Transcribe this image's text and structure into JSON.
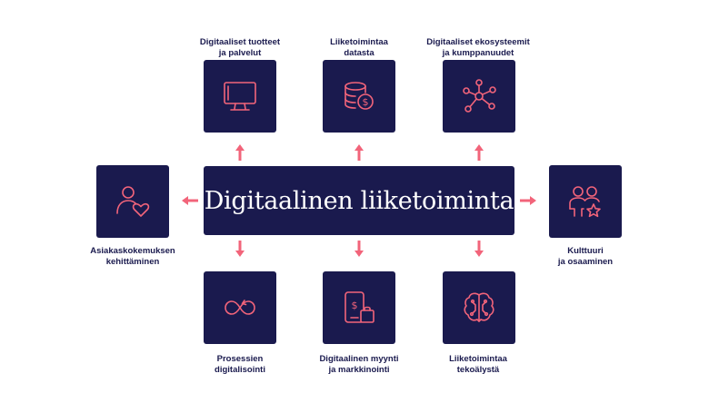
{
  "center": {
    "title": "Digitaalinen liiketoiminta"
  },
  "colors": {
    "box": "#1a1a4e",
    "accent": "#f2647a",
    "background": "#ffffff"
  },
  "top": [
    {
      "line1": "Digitaaliset tuotteet",
      "line2": "ja palvelut",
      "icon": "monitor-icon"
    },
    {
      "line1": "Liiketoimintaa",
      "line2": "datasta",
      "icon": "database-coin-icon"
    },
    {
      "line1": "Digitaaliset ekosysteemit",
      "line2": "ja kumppanuudet",
      "icon": "network-icon"
    }
  ],
  "left": {
    "line1": "Asiakaskokemuksen",
    "line2": "kehittäminen",
    "icon": "user-heart-icon"
  },
  "right": {
    "line1": "Kulttuuri",
    "line2": "ja osaaminen",
    "icon": "people-star-icon"
  },
  "bottom": [
    {
      "line1": "Prosessien",
      "line2": "digitalisointi",
      "icon": "infinity-icon"
    },
    {
      "line1": "Digitaalinen myynti",
      "line2": "ja markkinointi",
      "icon": "mobile-shopping-icon"
    },
    {
      "line1": "Liiketoimintaa",
      "line2": "tekoälystä",
      "icon": "brain-circuit-icon"
    }
  ]
}
